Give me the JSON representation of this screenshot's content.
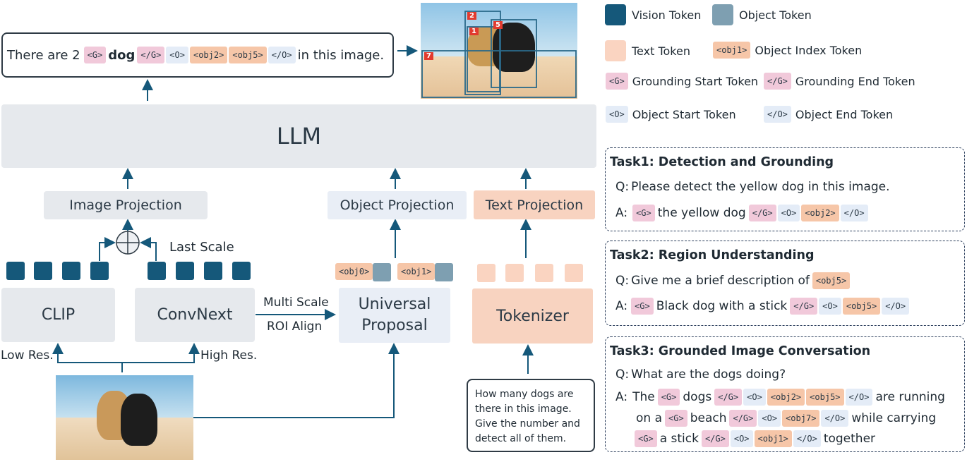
{
  "output": {
    "prefix": "There are 2",
    "g_start": "<G>",
    "word": "dog",
    "g_end": "</G>",
    "o_start": "<O>",
    "obj_a": "<obj2>",
    "obj_b": "<obj5>",
    "o_end": "</O>",
    "suffix": "in this image."
  },
  "detections": {
    "labels": [
      "2",
      "1",
      "5",
      "7"
    ]
  },
  "llm": {
    "label": "LLM"
  },
  "projections": {
    "image": "Image Projection",
    "object": "Object Projection",
    "text": "Text Projection"
  },
  "encoders": {
    "clip": "CLIP",
    "convnext": "ConvNext",
    "last_scale": "Last Scale",
    "low_res": "Low Res.",
    "high_res": "High Res."
  },
  "roi": {
    "line1": "Multi Scale",
    "line2": "ROI Align"
  },
  "proposal": {
    "line1": "Universal",
    "line2": "Proposal"
  },
  "object_tokens": {
    "a": "<obj0>",
    "b": "<obj1>"
  },
  "tokenizer": {
    "label": "Tokenizer"
  },
  "prompt": {
    "lines": [
      "How many dogs are",
      "there in this image.",
      "Give the number and",
      "detect all of them."
    ]
  },
  "legend": {
    "vision": "Vision Token",
    "object": "Object Token",
    "text": "Text Token",
    "index_tok": "<obj1>",
    "index": "Object Index Token",
    "g_start_tok": "<G>",
    "g_start": "Grounding Start Token",
    "g_end_tok": "</G>",
    "g_end": "Grounding End Token",
    "o_start_tok": "<O>",
    "o_start": "Object Start Token",
    "o_end_tok": "</O>",
    "o_end": "Object End Token"
  },
  "task1": {
    "title": "Task1: Detection and Grounding",
    "q_label": "Q:",
    "q": "Please detect the yellow dog in this image.",
    "a_label": "A:",
    "g": "<G>",
    "a_text": "the yellow dog",
    "g_end": "</G>",
    "o": "<O>",
    "obj": "<obj2>",
    "o_end": "</O>"
  },
  "task2": {
    "title": "Task2: Region Understanding",
    "q_label": "Q:",
    "q": "Give me a brief description of",
    "q_obj": "<obj5>",
    "a_label": "A:",
    "g": "<G>",
    "a_text": "Black dog with a stick",
    "g_end": "</G>",
    "o": "<O>",
    "obj": "<obj5>",
    "o_end": "</O>"
  },
  "task3": {
    "title": "Task3: Grounded Image Conversation",
    "q_label": "Q:",
    "q": "What are the dogs doing?",
    "a_label": "A:",
    "l1_t1": "The",
    "l1_g": "<G>",
    "l1_t2": "dogs",
    "l1_ge": "</G>",
    "l1_o": "<O>",
    "l1_ob1": "<obj2>",
    "l1_ob2": "<obj5>",
    "l1_oe": "</O>",
    "l1_t3": "are running",
    "l2_t1": "on a",
    "l2_g": "<G>",
    "l2_t2": "beach",
    "l2_ge": "</G>",
    "l2_o": "<O>",
    "l2_ob": "<obj7>",
    "l2_oe": "</O>",
    "l2_t3": "while carrying",
    "l3_g": "<G>",
    "l3_t1": "a stick",
    "l3_ge": "</G>",
    "l3_o": "<O>",
    "l3_ob": "<obj1>",
    "l3_oe": "</O>",
    "l3_t2": "together"
  }
}
